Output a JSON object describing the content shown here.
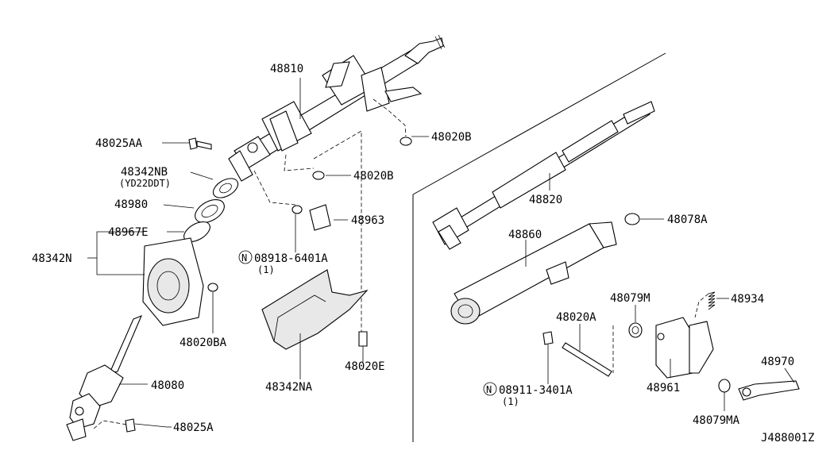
{
  "diagram_id": "J488001Z",
  "labels": {
    "p48810": "48810",
    "p48025AA": "48025AA",
    "p48020B_top": "48020B",
    "p48020B_mid": "48020B",
    "p48342NB": "48342NB",
    "yd22ddt": "(YD22DDT)",
    "p48980": "48980",
    "p48967E": "48967E",
    "p48963": "48963",
    "p48342N": "48342N",
    "n_08918": "08918-6401A",
    "n_08918_qty": "(1)",
    "p48020BA": "48020BA",
    "p48020E": "48020E",
    "p48080": "48080",
    "p48342NA": "48342NA",
    "p48025A": "48025A",
    "p48820": "48820",
    "p48860": "48860",
    "p48078A": "48078A",
    "p48079M": "48079M",
    "p48934": "48934",
    "p48020A": "48020A",
    "p48961": "48961",
    "p48970": "48970",
    "n_08911": "08911-3401A",
    "n_08911_qty": "(1)",
    "p48079MA": "48079MA",
    "nut_symbol": "N"
  }
}
